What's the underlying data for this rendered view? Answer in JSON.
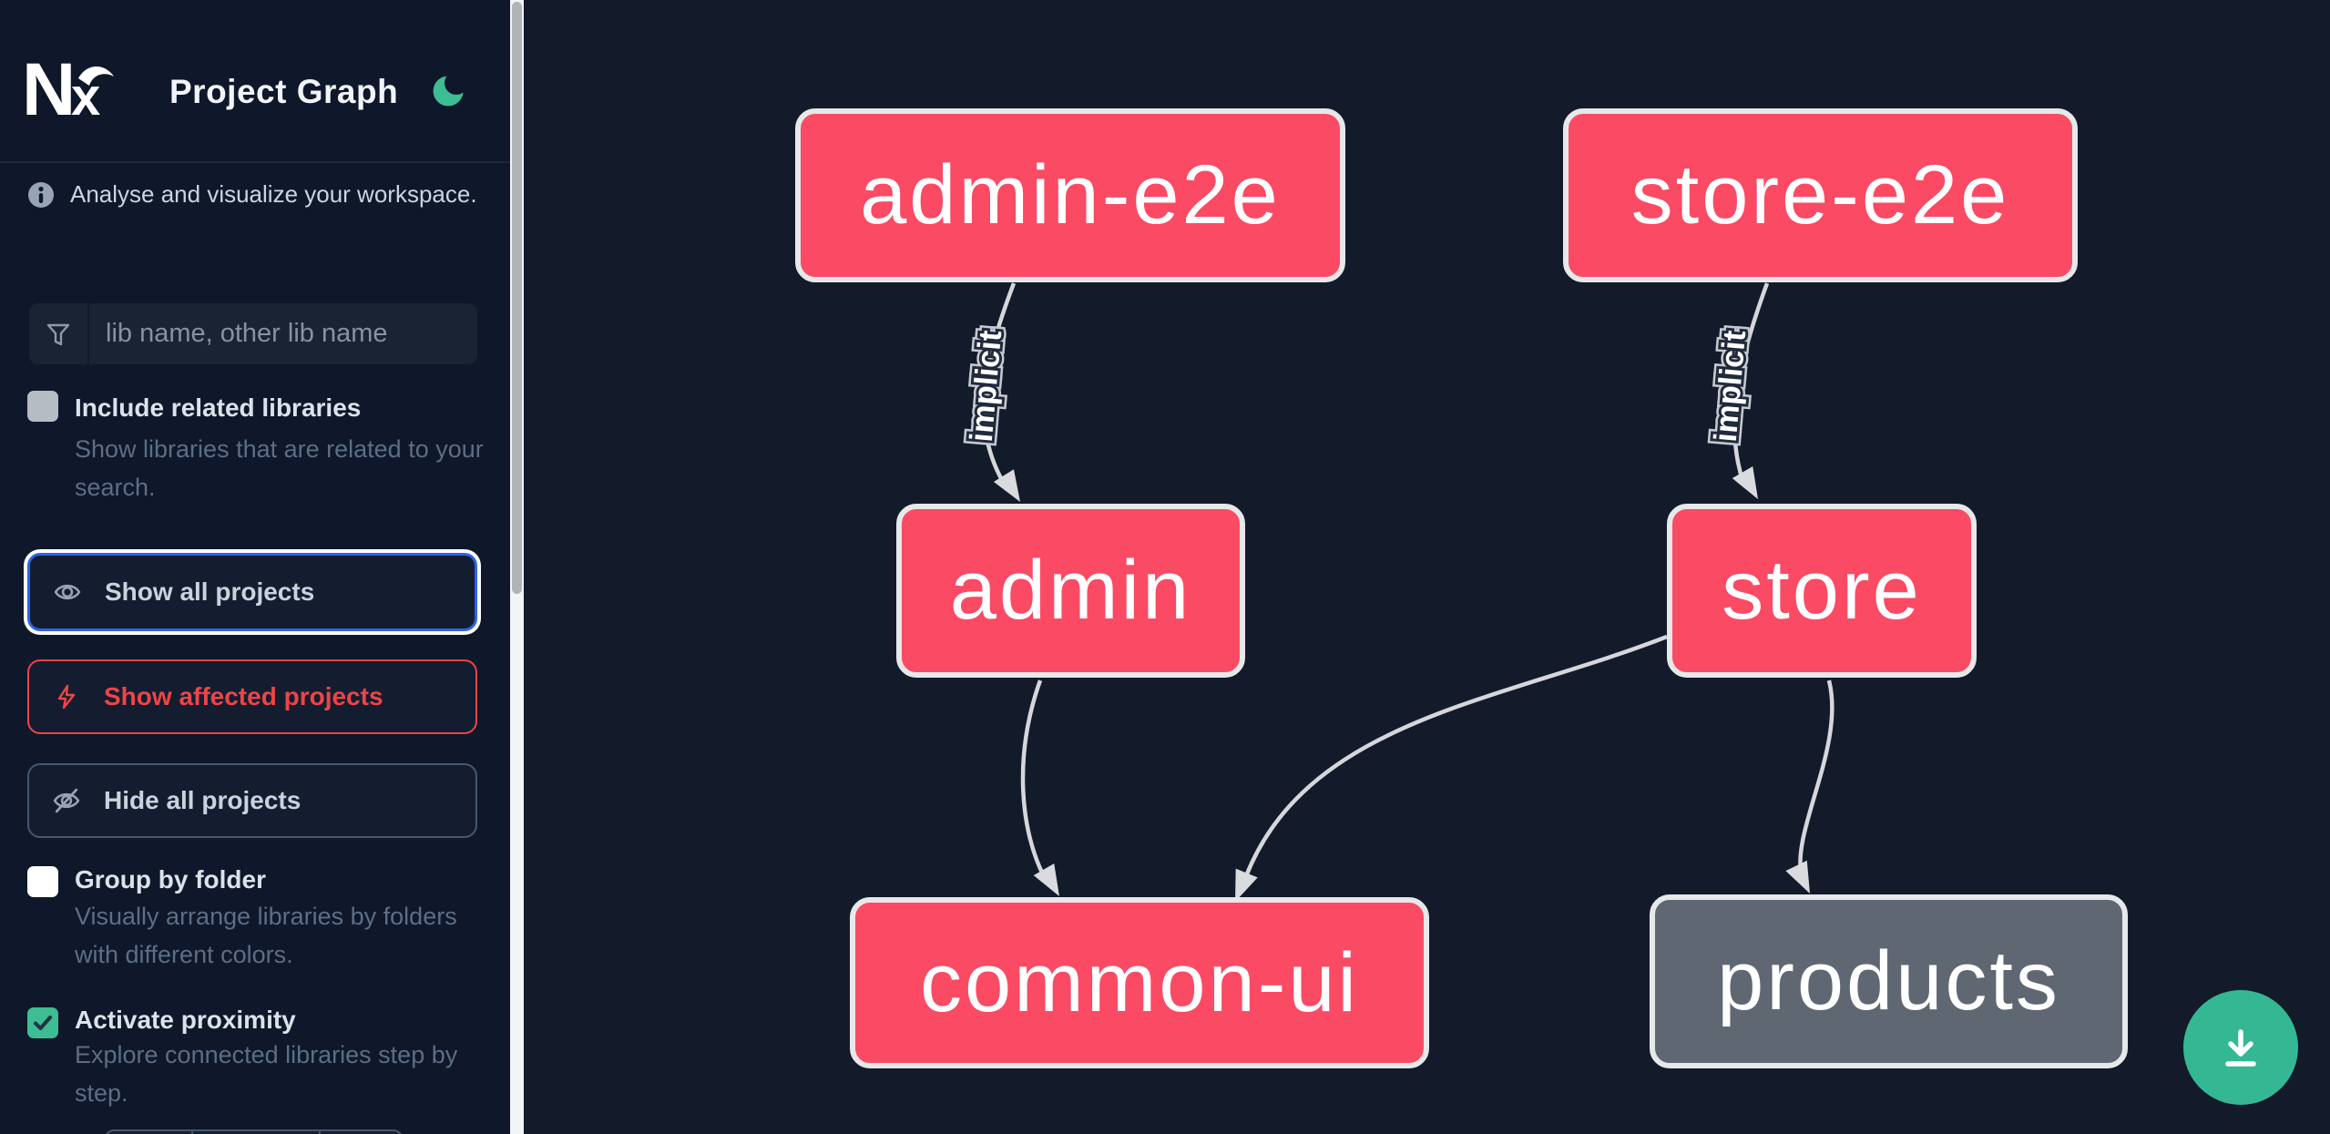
{
  "app": {
    "logo_text": "Nx",
    "title": "Project Graph"
  },
  "sidebar": {
    "tagline": "Analyse and visualize your workspace.",
    "search_placeholder": "lib name, other lib name",
    "include_related": {
      "label": "Include related libraries",
      "description": "Show libraries that are related to your search.",
      "checked": false
    },
    "actions": {
      "show_all": "Show all projects",
      "show_affected": "Show affected projects",
      "hide_all": "Hide all projects"
    },
    "group_by_folder": {
      "label": "Group by folder",
      "description": "Visually arrange libraries by folders with different colors.",
      "checked": false
    },
    "activate_proximity": {
      "label": "Activate proximity",
      "description": "Explore connected libraries step by step.",
      "checked": true
    }
  },
  "graph": {
    "nodes": [
      {
        "id": "admin-e2e",
        "label": "admin-e2e",
        "type": "e2e-app",
        "color": "#fb4a64"
      },
      {
        "id": "store-e2e",
        "label": "store-e2e",
        "type": "e2e-app",
        "color": "#fb4a64"
      },
      {
        "id": "admin",
        "label": "admin",
        "type": "app",
        "color": "#fb4a64"
      },
      {
        "id": "store",
        "label": "store",
        "type": "app",
        "color": "#fb4a64"
      },
      {
        "id": "common-ui",
        "label": "common-ui",
        "type": "lib",
        "color": "#fb4a64"
      },
      {
        "id": "products",
        "label": "products",
        "type": "lib",
        "color": "#5f6773"
      }
    ],
    "edges": [
      {
        "from": "admin-e2e",
        "to": "admin",
        "label": "implicit"
      },
      {
        "from": "store-e2e",
        "to": "store",
        "label": "implicit"
      },
      {
        "from": "admin",
        "to": "common-ui",
        "label": ""
      },
      {
        "from": "store",
        "to": "common-ui",
        "label": ""
      },
      {
        "from": "store",
        "to": "products",
        "label": ""
      }
    ]
  },
  "colors": {
    "sidebar_bg": "#0f172a",
    "canvas_bg": "#131a2a",
    "node_pink": "#fb4a64",
    "node_gray": "#5f6773",
    "node_border": "#e7e8ea",
    "edge": "#d5d7da",
    "accent_blue": "#2e63e8",
    "danger_red": "#ee4446",
    "success_green": "#3cbd93",
    "fab_green": "#34b894"
  }
}
